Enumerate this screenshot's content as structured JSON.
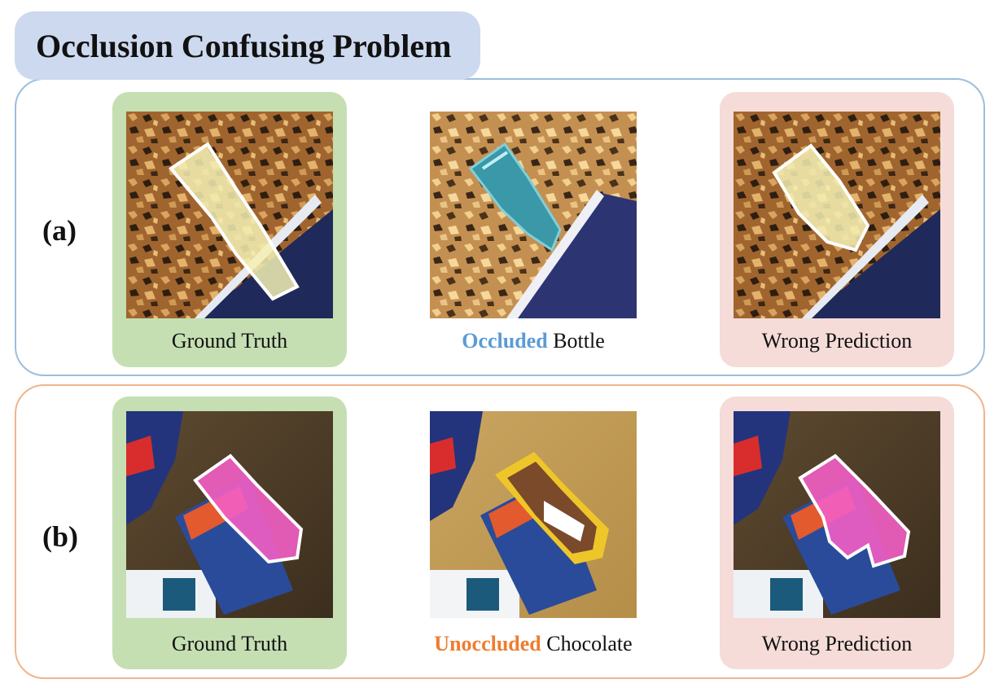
{
  "title": "Occlusion Confusing Problem",
  "rows": [
    {
      "label": "(a)",
      "panels": [
        {
          "caption": "Ground Truth",
          "image": "cork-board-bottle-ground-truth-mask"
        },
        {
          "caption_highlight": "Occluded",
          "caption_rest": " Bottle",
          "image": "cork-board-occluded-bottle"
        },
        {
          "caption": "Wrong Prediction",
          "image": "cork-board-bottle-wrong-prediction-mask"
        }
      ]
    },
    {
      "label": "(b)",
      "panels": [
        {
          "caption": "Ground Truth",
          "image": "chocolate-bar-ground-truth-mask"
        },
        {
          "caption_highlight": "Unoccluded",
          "caption_rest": " Chocolate",
          "image": "unoccluded-chocolate-bar"
        },
        {
          "caption": "Wrong Prediction",
          "image": "chocolate-bar-wrong-prediction-mask"
        }
      ]
    }
  ],
  "colors": {
    "title_bg": "#cdd9ee",
    "row_a_border": "#9dbedd",
    "row_b_border": "#f0b48c",
    "ground_truth_bg": "#c5dfb3",
    "wrong_prediction_bg": "#f5dcd9",
    "occluded_text": "#5b9bd5",
    "unoccluded_text": "#ed7d31"
  }
}
